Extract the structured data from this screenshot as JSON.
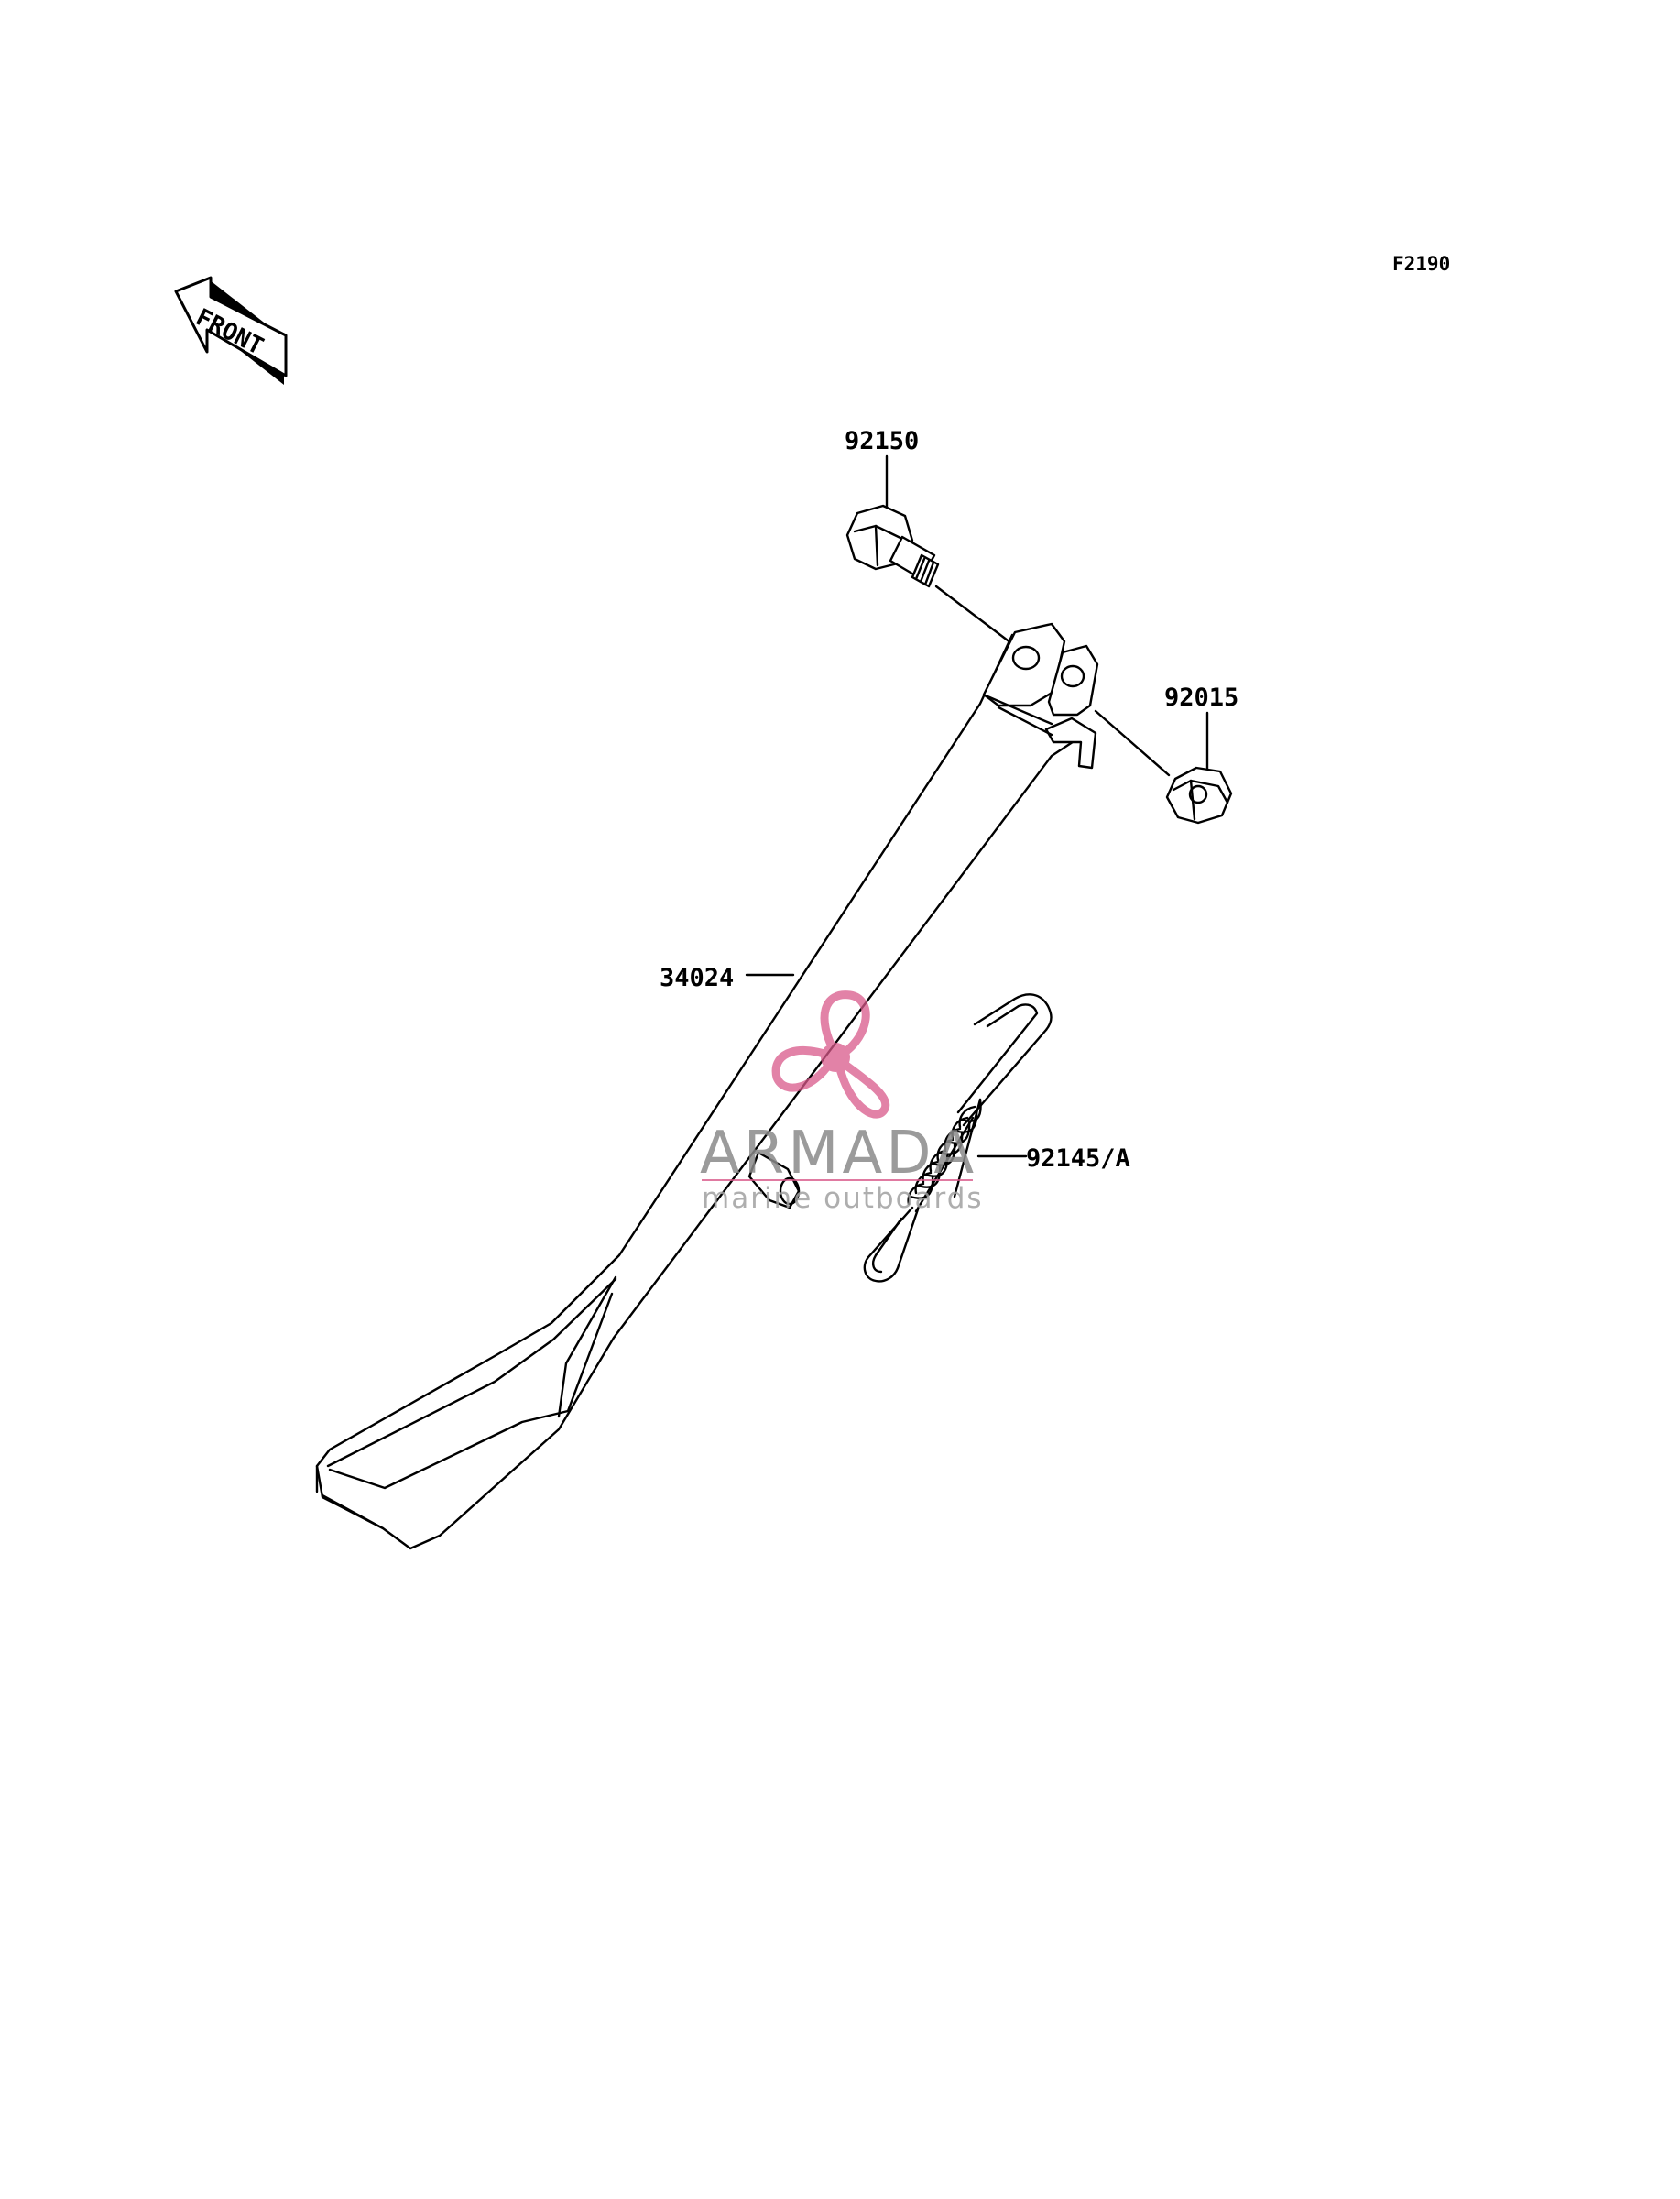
{
  "figure_code": "F2190",
  "direction_label": "FRONT",
  "parts": [
    {
      "id": "bolt",
      "number": "92150"
    },
    {
      "id": "nut",
      "number": "92015"
    },
    {
      "id": "side-stand",
      "number": "34024"
    },
    {
      "id": "spring",
      "number": "92145/A"
    }
  ],
  "watermark": {
    "title": "ARMADA",
    "subtitle": "marine outboards",
    "color": "#d9598a"
  }
}
